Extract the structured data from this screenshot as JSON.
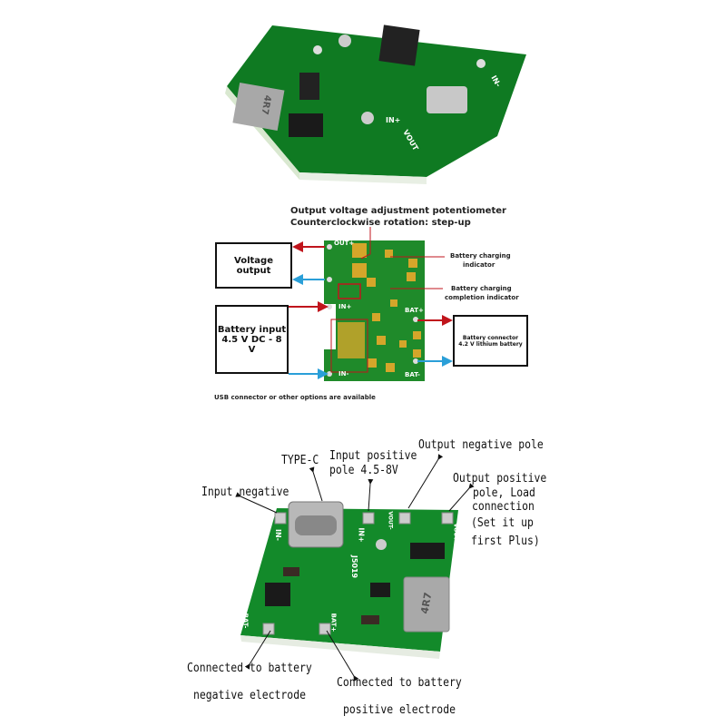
{
  "top_photo": {
    "inductor_marking": "4R7",
    "pin_labels": [
      "IN+",
      "IN-",
      "VOUT"
    ]
  },
  "diagram": {
    "pot_title_line1": "Output voltage adjustment potentiometer",
    "pot_title_line2": "Counterclockwise rotation: step-up",
    "voltage_output": "Voltage output",
    "battery_input_line1": "Battery input",
    "battery_input_line2": "4.5 V DC - 8 V",
    "charging_indicator_line1": "Battery charging",
    "charging_indicator_line2": "indicator",
    "completion_indicator_line1": "Battery charging",
    "completion_indicator_line2": "completion indicator",
    "battery_connector_line1": "Battery connector",
    "battery_connector_line2": "4.2 V lithium battery",
    "pcb_labels": {
      "out_plus": "OUT+",
      "in_plus": "IN+",
      "in_minus": "IN-",
      "bat_plus": "BAT+",
      "bat_minus": "BAT-"
    },
    "footnote": "USB connector or other options are available",
    "colors": {
      "arrow_positive": "#c0141c",
      "arrow_negative": "#2a9fd8",
      "pcb": "#1f8a2a",
      "pad": "#d4a62a"
    }
  },
  "photo_labels": {
    "type_c": "TYPE-C",
    "input_positive_line1": "Input positive",
    "input_positive_line2": "pole 4.5-8V",
    "output_negative": "Output negative pole",
    "input_negative": "Input negative",
    "output_positive_lines": [
      "Output positive",
      "pole, Load",
      "connection",
      "(Set it up",
      "first Plus)"
    ],
    "battery_negative_line1": "Connected to battery",
    "battery_negative_line2": "negative electrode",
    "battery_positive_line1": "Connected to battery",
    "battery_positive_line2": "positive electrode",
    "board_labels": {
      "in_minus": "IN-",
      "in_plus": "IN+",
      "model": "J5019",
      "bat_minus": "BAT-",
      "bat_plus": "BAT+",
      "vout_minus": "VOUT-",
      "vout_plus": "VOUT+",
      "inductor": "4R7"
    }
  }
}
